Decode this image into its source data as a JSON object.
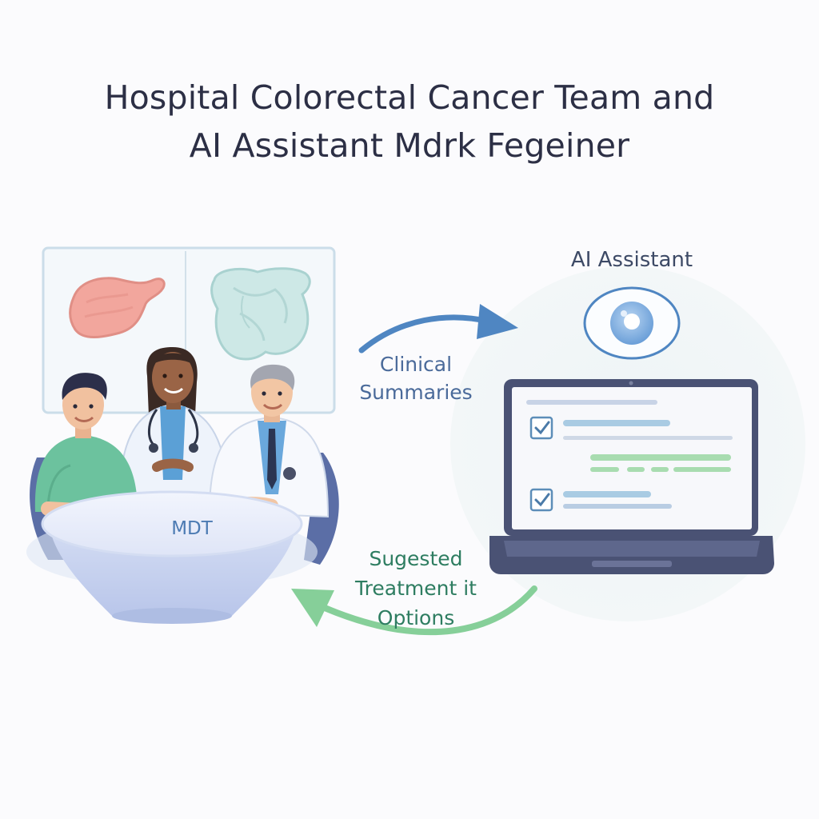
{
  "title": {
    "line1": "Hospital Colorectal Cancer Team and",
    "line2": "AI Assistant Mdrk Fegeiner"
  },
  "labels": {
    "ai_assistant": "AI Assistant",
    "clinical_line1": "Clinical",
    "clinical_line2": "Summaries",
    "suggested_line1": "Sugested",
    "suggested_line2": "Treatment it",
    "suggested_line3": "Options",
    "mdt": "MDT"
  },
  "colors": {
    "title": "#2c2f45",
    "blue_arrow": "#4f86c2",
    "green_arrow": "#86cf99",
    "green_text": "#2e7d61",
    "laptop": "#4a5274",
    "table": "#c9d3ef"
  },
  "icons": [
    "scan-panel",
    "colon-organ",
    "stomach-organ",
    "ai-eye-icon",
    "checkbox-icon",
    "stethoscope-icon"
  ]
}
